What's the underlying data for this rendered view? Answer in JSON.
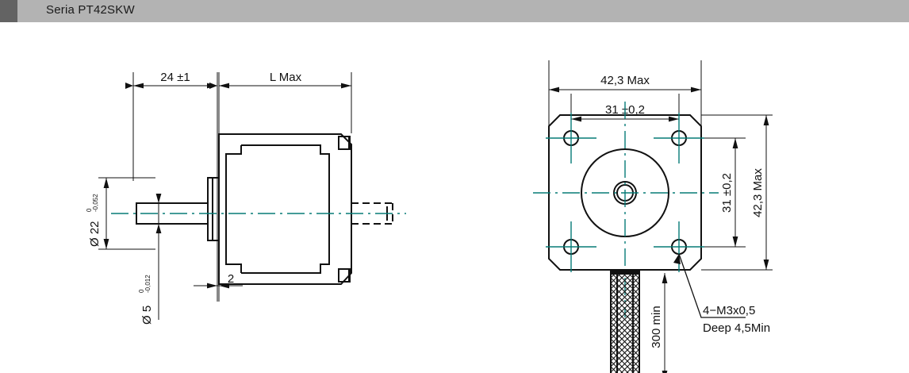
{
  "header": {
    "title": "Seria PT42SKW",
    "swatch_color": "#636363",
    "bar_color": "#b3b3b3"
  },
  "drawing": {
    "line_color": "#111111",
    "centerline_color": "#067b77",
    "side_view": {
      "name": "side-view",
      "dimensions": {
        "shaft_length": "24 ±1",
        "body_length": "L Max",
        "boss_diameter_label": "Ø 22",
        "boss_tol_upper": "0",
        "boss_tol_lower": "-0,052",
        "shaft_diameter_label": "Ø 5",
        "shaft_tol_upper": "0",
        "shaft_tol_lower": "-0,012",
        "flange_thickness": "2"
      }
    },
    "front_view": {
      "name": "front-view",
      "dimensions": {
        "width_max": "42,3  Max",
        "hole_pitch_h": "31 ±0,2",
        "hole_pitch_v": "31 ±0,2",
        "height_max": "42,3  Max",
        "cable_length": "300  min"
      },
      "callout": {
        "line1": "4−M3x0,5",
        "line2": "Deep 4,5Min"
      }
    }
  }
}
